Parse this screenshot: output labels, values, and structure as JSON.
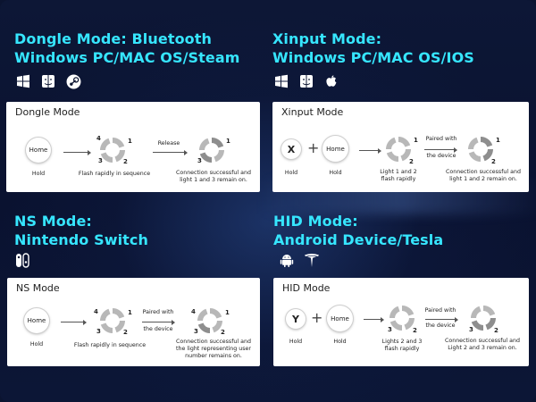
{
  "sections": {
    "dongle": {
      "title_line1": "Dongle Mode: Bluetooth",
      "title_line2": "Windows PC/MAC OS/Steam",
      "icons": [
        "windows-icon",
        "finder-icon",
        "steam-icon"
      ],
      "panel_title": "Dongle Mode",
      "home_label": "Home",
      "cap_hold": "Hold",
      "cap_flash": "Flash rapidly in sequence",
      "arrow2_label": "Release",
      "cap_result_1": "Connection successful and",
      "cap_result_2": "light 1 and 3 remain on."
    },
    "xinput": {
      "title_line1": "Xinput Mode:",
      "title_line2": "Windows PC/MAC OS/IOS",
      "icons": [
        "windows-icon",
        "finder-icon",
        "apple-icon"
      ],
      "panel_title": "Xinput Mode",
      "letter": "X",
      "plus": "+",
      "home_label": "Home",
      "cap_hold_a": "Hold",
      "cap_hold_b": "Hold",
      "cap_flash_1": "Light 1 and 2",
      "cap_flash_2": "flash rapidly",
      "arrow2_label_1": "Paired with",
      "arrow2_label_2": "the device",
      "cap_result_1": "Connection successful and",
      "cap_result_2": "light 1 and 2 remain on."
    },
    "ns": {
      "title_line1": "NS Mode:",
      "title_line2": "Nintendo Switch",
      "icons": [
        "switch-icon"
      ],
      "panel_title": "NS Mode",
      "home_label": "Home",
      "cap_hold": "Hold",
      "cap_flash": "Flash rapidly in sequence",
      "arrow2_label_1": "Paired with",
      "arrow2_label_2": "the device",
      "cap_result_1": "Connection successful and",
      "cap_result_2": "the light representing user",
      "cap_result_3": "number remains on."
    },
    "hid": {
      "title_line1": "HID Mode:",
      "title_line2": "Android Device/Tesla",
      "icons": [
        "android-icon",
        "tesla-icon"
      ],
      "panel_title": "HID Mode",
      "letter": "Y",
      "plus": "+",
      "home_label": "Home",
      "cap_hold_a": "Hold",
      "cap_hold_b": "Hold",
      "cap_flash_1": "Lights 2 and 3",
      "cap_flash_2": "flash rapidly",
      "arrow2_label_1": "Paired with",
      "arrow2_label_2": "the device",
      "cap_result_1": "Connection successful and",
      "cap_result_2": "Light 2 and 3 remain on."
    }
  },
  "ring_numbers": [
    "1",
    "2",
    "3",
    "4"
  ],
  "colors": {
    "title": "#36e6ff",
    "background": "#0b1430",
    "panel": "#ffffff",
    "ring_segment": "#b8b8b8",
    "ring_segment_on": "#8e8e8e"
  }
}
